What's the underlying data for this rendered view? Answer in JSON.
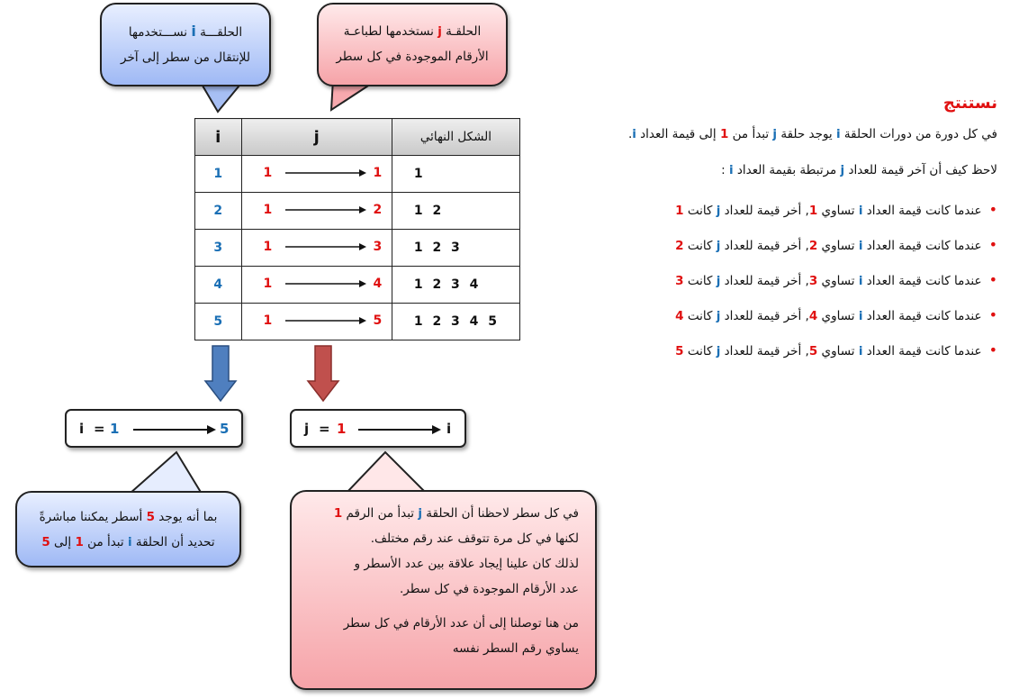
{
  "callout_i": {
    "pre": "الحلقـــة ",
    "var": "i",
    "post": " نســـتخدمها",
    "line2": "للإنتقال من سطر إلى آخر"
  },
  "callout_j": {
    "pre": "الحلقـة ",
    "var": "j",
    "post": " نستخدمها لطباعـة",
    "line2": "الأرقام الموجودة في كل سطر"
  },
  "table": {
    "headers": {
      "i": "i",
      "j": "j",
      "final": "الشكل النهائي"
    },
    "rows": [
      {
        "i": "1",
        "j_start": "1",
        "j_end": "1",
        "final": "1"
      },
      {
        "i": "2",
        "j_start": "1",
        "j_end": "2",
        "final": "1 2"
      },
      {
        "i": "3",
        "j_start": "1",
        "j_end": "3",
        "final": "1 2 3"
      },
      {
        "i": "4",
        "j_start": "1",
        "j_end": "4",
        "final": "1 2 3 4"
      },
      {
        "i": "5",
        "j_start": "1",
        "j_end": "5",
        "final": "1 2 3 4 5"
      }
    ]
  },
  "range_i": {
    "var": "i",
    "eq": "=",
    "start": "1",
    "end": "5"
  },
  "range_j": {
    "var": "j",
    "eq": "=",
    "start": "1",
    "end": "i"
  },
  "bubble_bottom_left": {
    "l1_pre": "بما أنه يوجد ",
    "l1_num": "5",
    "l1_post": " أسطر يمكننا مباشرةً",
    "l2_pre": "تحديد أن الحلقة ",
    "l2_var": "i",
    "l2_mid": " تبدأ من ",
    "l2_n1": "1",
    "l2_mid2": " إلى ",
    "l2_n2": "5"
  },
  "bubble_bottom_center": {
    "l1_pre": "في كل سطر لاحظنا أن الحلقة ",
    "l1_var": "j",
    "l1_mid": " تبدأ من الرقم ",
    "l1_num": "1",
    "l2": "لكنها في كل مرة تتوقف عند رقم مختلف.",
    "l3": "لذلك كان علينا إيجاد علاقة بين عدد الأسطر و",
    "l4": "عدد الأرقام الموجودة في كل سطر.",
    "l5": "من هنا توصلنا إلى أن عدد الأرقام في كل سطر",
    "l6": "يساوي رقم السطر نفسه"
  },
  "conclusion": {
    "title": "نستنتج",
    "p1_pre": "في كل دورة من دورات الحلقة ",
    "p1_var1": "i",
    "p1_mid": " يوجد حلقة ",
    "p1_var2": "j",
    "p1_mid2": " تبدأ من ",
    "p1_num": "1",
    "p1_mid3": " إلى قيمة العداد ",
    "p1_var3": "i",
    "p1_end": ".",
    "p2_pre": "لاحظ كيف أن آخر قيمة للعداد ",
    "p2_var1": "j",
    "p2_mid": " مرتبطة بقيمة العداد ",
    "p2_var2": "i",
    "p2_end": " :",
    "items": [
      {
        "a": "عندما كانت قيمة العداد ",
        "i": "i",
        "b": " تساوي ",
        "n": "1",
        "c": ", أخر قيمة للعداد ",
        "j": "j",
        "d": " كانت ",
        "m": "1"
      },
      {
        "a": "عندما كانت قيمة العداد ",
        "i": "i",
        "b": " تساوي ",
        "n": "2",
        "c": ", أخر قيمة للعداد ",
        "j": "j",
        "d": " كانت ",
        "m": "2"
      },
      {
        "a": "عندما كانت قيمة العداد ",
        "i": "i",
        "b": " تساوي ",
        "n": "3",
        "c": ", أخر قيمة للعداد ",
        "j": "j",
        "d": " كانت ",
        "m": "3"
      },
      {
        "a": "عندما كانت قيمة العداد ",
        "i": "i",
        "b": " تساوي ",
        "n": "4",
        "c": ", أخر قيمة للعداد ",
        "j": "j",
        "d": " كانت ",
        "m": "4"
      },
      {
        "a": "عندما كانت قيمة العداد ",
        "i": "i",
        "b": " تساوي ",
        "n": "5",
        "c": ", أخر قيمة للعداد ",
        "j": "j",
        "d": " كانت ",
        "m": "5"
      }
    ]
  },
  "colors": {
    "red": "#e01010",
    "blue": "#1a6fb5",
    "blue_arrow": "#4f7fbf",
    "red_arrow": "#c0504d"
  }
}
